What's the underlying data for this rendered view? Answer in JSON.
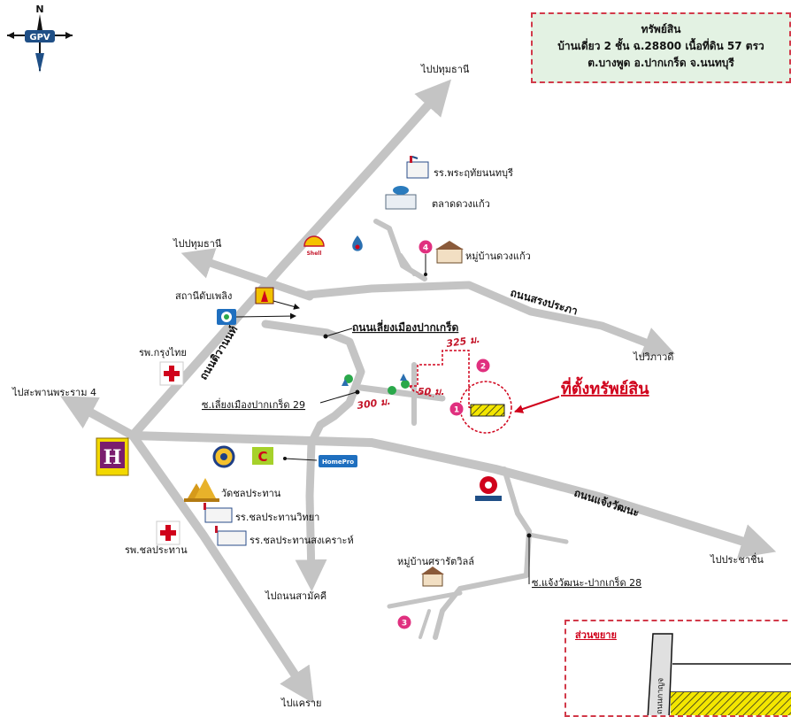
{
  "compass": {
    "north": "N",
    "brand": "GPV"
  },
  "info_box": {
    "title": "ทรัพย์สิน",
    "line1": "บ้านเดี่ยว 2 ชั้น ฉ.28800 เนื้อที่ดิน 57 ตรว",
    "line2": "ต.บางพูด อ.ปากเกร็ด จ.นนทบุรี"
  },
  "destinations": {
    "pathum_north": "ไปปทุมธานี",
    "pathum_west": "ไปปทุมธานี",
    "rama4_bridge": "ไปสะพานพระราม 4",
    "vibhavadi": "ไปวิภาวดี",
    "nonthaburi_samakkhi": "ไปถนนสามัคคี",
    "prachachuen": "ไปประชาชื่น",
    "khae_rai": "ไปแคราย"
  },
  "roads": {
    "bypass": "ถนนเลี่ยงเมืองปากเกร็ด",
    "tiwanon": "ถนนติวานนท์",
    "songprapha": "ถนนสรงประภา",
    "chaengwattana": "ถนนแจ้งวัฒนะ"
  },
  "sois": {
    "bypass_29": "ซ.เลี่ยงเมืองปากเกร็ด 29",
    "chaengwattana_28": "ซ.แจ้งวัฒนะ-ปากเกร็ด 28"
  },
  "distances": {
    "d1": "325 ม.",
    "d2": "50 ม.",
    "d3": "300 ม."
  },
  "landmarks": {
    "school_phrathai": "รร.พระฤทัยนนทบุรี",
    "market": "ตลาดดวงแก้ว",
    "village_duangkaew": "หมู่บ้านดวงแก้ว",
    "fire_station": "สถานีดับเพลิง",
    "hospital_krungthai": "รพ.กรุงไทย",
    "wat_chonprathan": "วัดชลประทาน",
    "school_chonprathan": "รร.ชลประทานวิทยา",
    "school_songkhro": "รร.ชลประทานสงเคราะห์",
    "hospital_chonprathan": "รพ.ชลประทาน",
    "village_srarat": "หมู่บ้านศรารัตวิลล์",
    "shell": "Shell",
    "big_c": "C",
    "hotel": "H",
    "homepro": "HomePro"
  },
  "markers": [
    "1",
    "2",
    "3",
    "4"
  ],
  "property_label": "ที่ตั้งทรัพย์สิน",
  "inset": {
    "title": "ส่วนขยาย",
    "road": "ถนนกาญจ"
  },
  "colors": {
    "road": "#c4c4c4",
    "marker": "#e0307f",
    "property": "#d0021b",
    "box_border": "#d23a4a",
    "box_fill": "#e3f2e3",
    "plot": "#f3e600"
  }
}
